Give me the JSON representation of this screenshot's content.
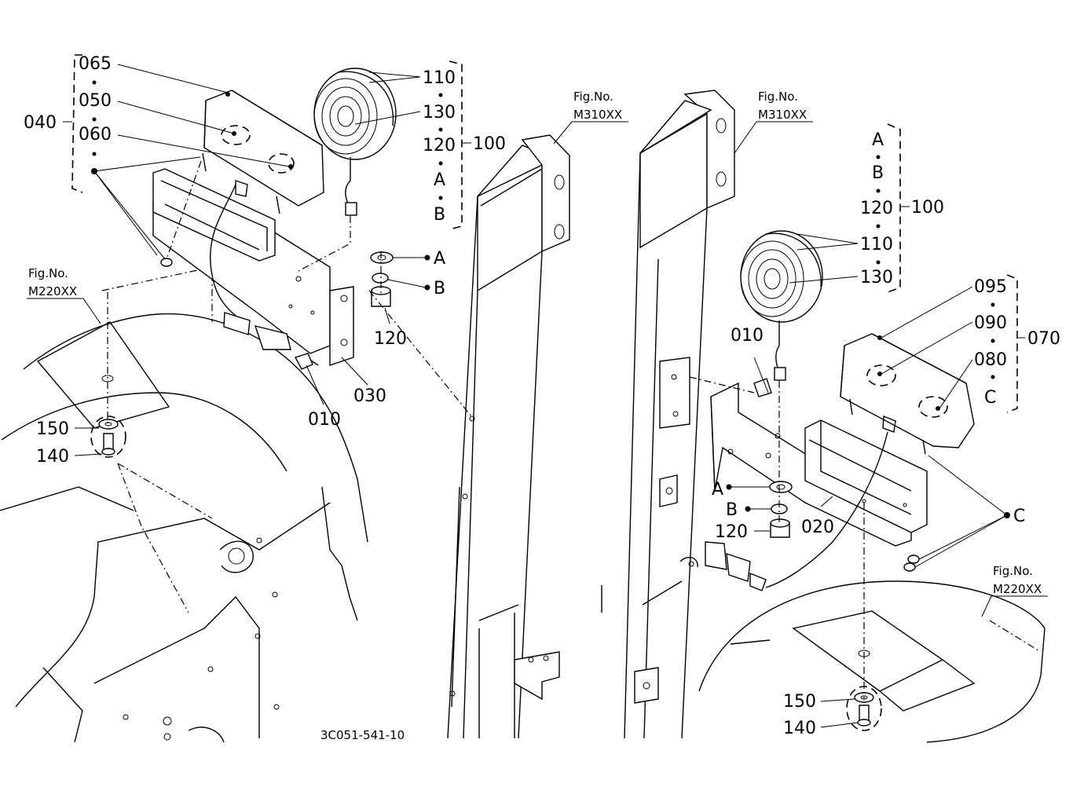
{
  "fig_refs": {
    "m310xx_left": {
      "line1": "Fig.No.",
      "line2": "M310XX"
    },
    "m310xx_right": {
      "line1": "Fig.No.",
      "line2": "M310XX"
    },
    "m220xx_left": {
      "line1": "Fig.No.",
      "line2": "M220XX"
    },
    "m220xx_right": {
      "line1": "Fig.No.",
      "line2": "M220XX"
    }
  },
  "left_group": {
    "assembly": "040",
    "items": [
      "065",
      "050",
      "060"
    ]
  },
  "left_lamp_group": {
    "assembly": "100",
    "items": [
      "110",
      "130",
      "120",
      "A",
      "B"
    ]
  },
  "right_lamp_group": {
    "assembly": "100",
    "items": [
      "A",
      "B",
      "120",
      "110",
      "130"
    ]
  },
  "right_group": {
    "assembly": "070",
    "items": [
      "095",
      "090",
      "080",
      "C"
    ]
  },
  "left_hardware": {
    "washer": "A",
    "lock_washer": "B",
    "nut": "120",
    "bolt": "010",
    "bracket": "030",
    "washer_150": "150",
    "bolt_140": "140"
  },
  "right_hardware": {
    "washer": "A",
    "lock_washer": "B",
    "nut": "120",
    "bolt": "010",
    "bracket": "020",
    "clip": "C",
    "washer_150": "150",
    "bolt_140": "140"
  },
  "drawing_number": "3C051-541-10"
}
